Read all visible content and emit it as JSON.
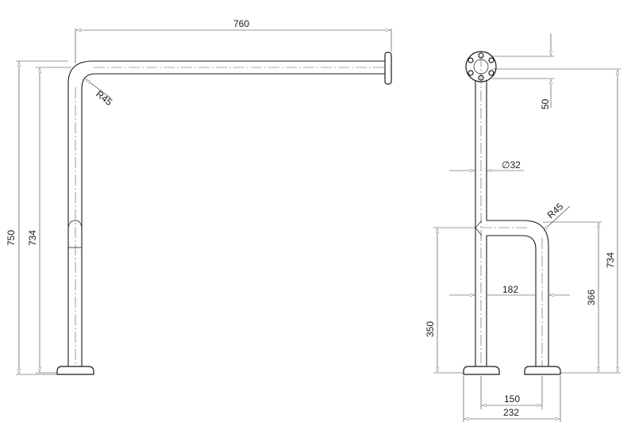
{
  "dimensions": {
    "side_width": "760",
    "side_height_total": "750",
    "side_height_center": "734",
    "side_bend_radius": "R45",
    "front_flange_offset": "50",
    "front_diameter": "∅32",
    "front_bend_radius": "R45",
    "front_total_height": "734",
    "front_inner_width": "182",
    "front_lower_height": "366",
    "front_bar_height": "350",
    "front_leg_spacing": "150",
    "front_base_width": "232"
  }
}
